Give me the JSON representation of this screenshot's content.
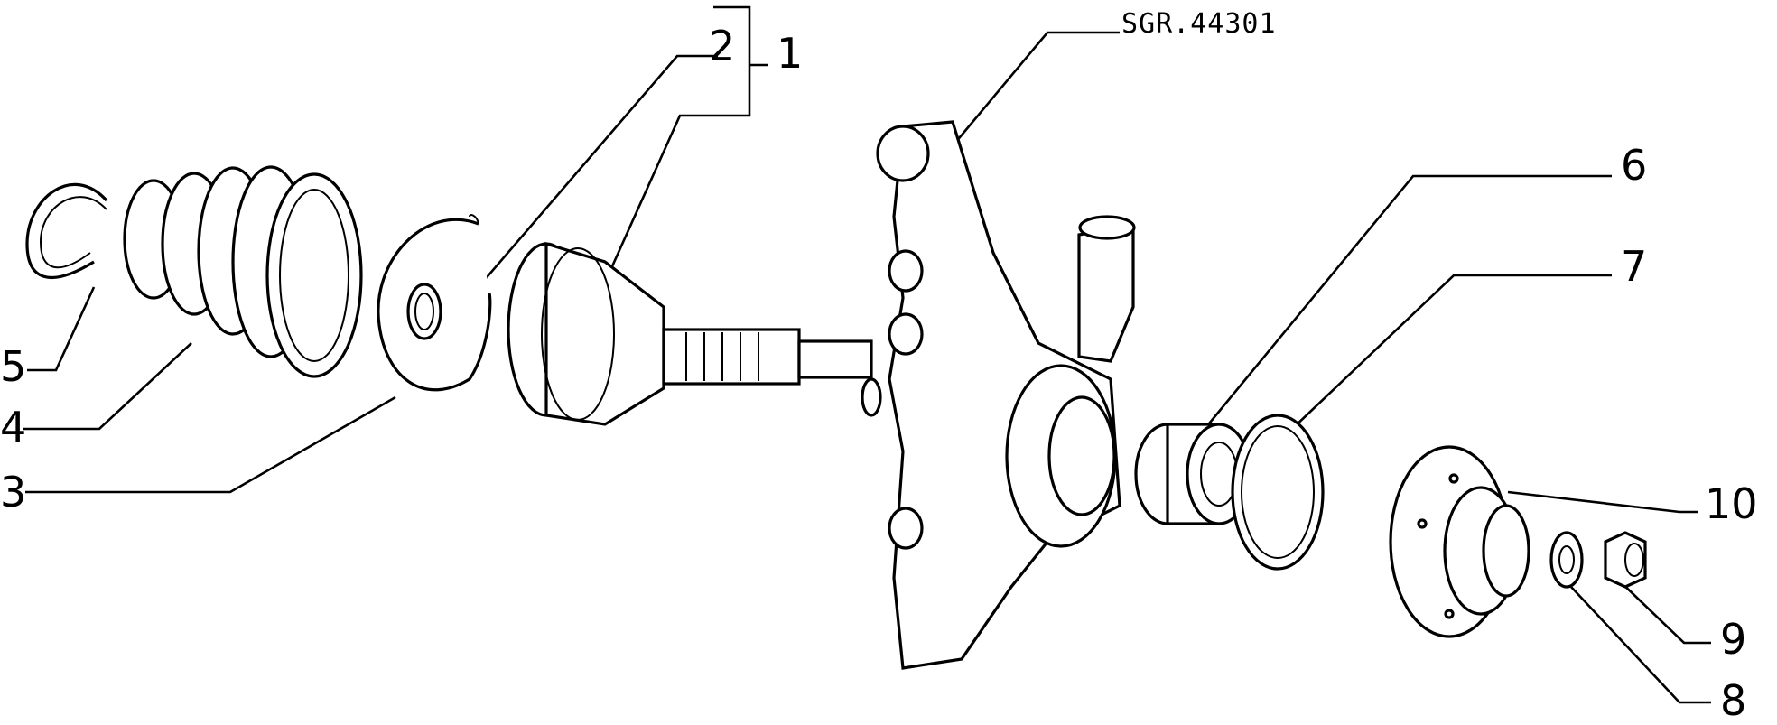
{
  "reference": "SGR.44301",
  "callouts": [
    "1",
    "2",
    "3",
    "4",
    "5",
    "6",
    "7",
    "8",
    "9",
    "10"
  ]
}
